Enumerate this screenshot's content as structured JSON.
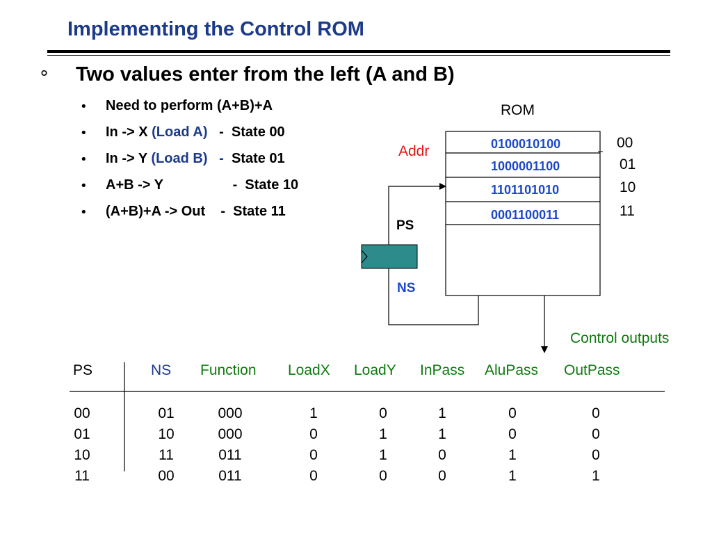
{
  "title": "Implementing the Control ROM",
  "main_bullet": {
    "marker": "°",
    "text": "Two values enter from the left (A and B)"
  },
  "sub_bullets": [
    {
      "parts": [
        {
          "text": "Need to perform (A+B)+A",
          "color": "black"
        }
      ]
    },
    {
      "parts": [
        {
          "text": "In -> X ",
          "color": "black"
        },
        {
          "text": "(Load A)",
          "color": "blue"
        },
        {
          "text": "   -  State 00",
          "color": "black"
        }
      ]
    },
    {
      "parts": [
        {
          "text": "In -> Y ",
          "color": "black"
        },
        {
          "text": "(Load B)",
          "color": "blue"
        },
        {
          "text": "   -",
          "color": "blue"
        },
        {
          "text": "  State 01",
          "color": "black"
        }
      ]
    },
    {
      "parts": [
        {
          "text": "A+B -> Y                  -  State 10",
          "color": "black"
        }
      ]
    },
    {
      "parts": [
        {
          "text": "(A+B)+A -> Out    -  State 11",
          "color": "black"
        }
      ]
    }
  ],
  "diagram": {
    "rom_label": "ROM",
    "addr_label": "Addr",
    "ps_label": "PS",
    "ns_label": "NS",
    "control_outputs_label": "Control outputs",
    "rom_words": [
      "0100010100",
      "1000001100",
      "1101101010",
      "0001100011"
    ],
    "rom_addresses": [
      "00",
      "01",
      "10",
      "11"
    ]
  },
  "table": {
    "headers": [
      "PS",
      "NS",
      "Function",
      "LoadX",
      "LoadY",
      "InPass",
      "AluPass",
      "OutPass"
    ],
    "rows": [
      [
        "00",
        "01",
        "000",
        "1",
        "0",
        "1",
        "0",
        "0"
      ],
      [
        "01",
        "10",
        "000",
        "0",
        "1",
        "1",
        "0",
        "0"
      ],
      [
        "10",
        "11",
        "011",
        "0",
        "1",
        "0",
        "1",
        "0"
      ],
      [
        "11",
        "00",
        "011",
        "0",
        "0",
        "0",
        "1",
        "1"
      ]
    ]
  },
  "colors": {
    "title": "#1c3a8a",
    "blue_text": "#1c3a8a",
    "addr": "#e01818",
    "rom_words": "#1c48c8",
    "control_outputs": "#0e7a0e",
    "register_fill": "#2e8b8b"
  }
}
